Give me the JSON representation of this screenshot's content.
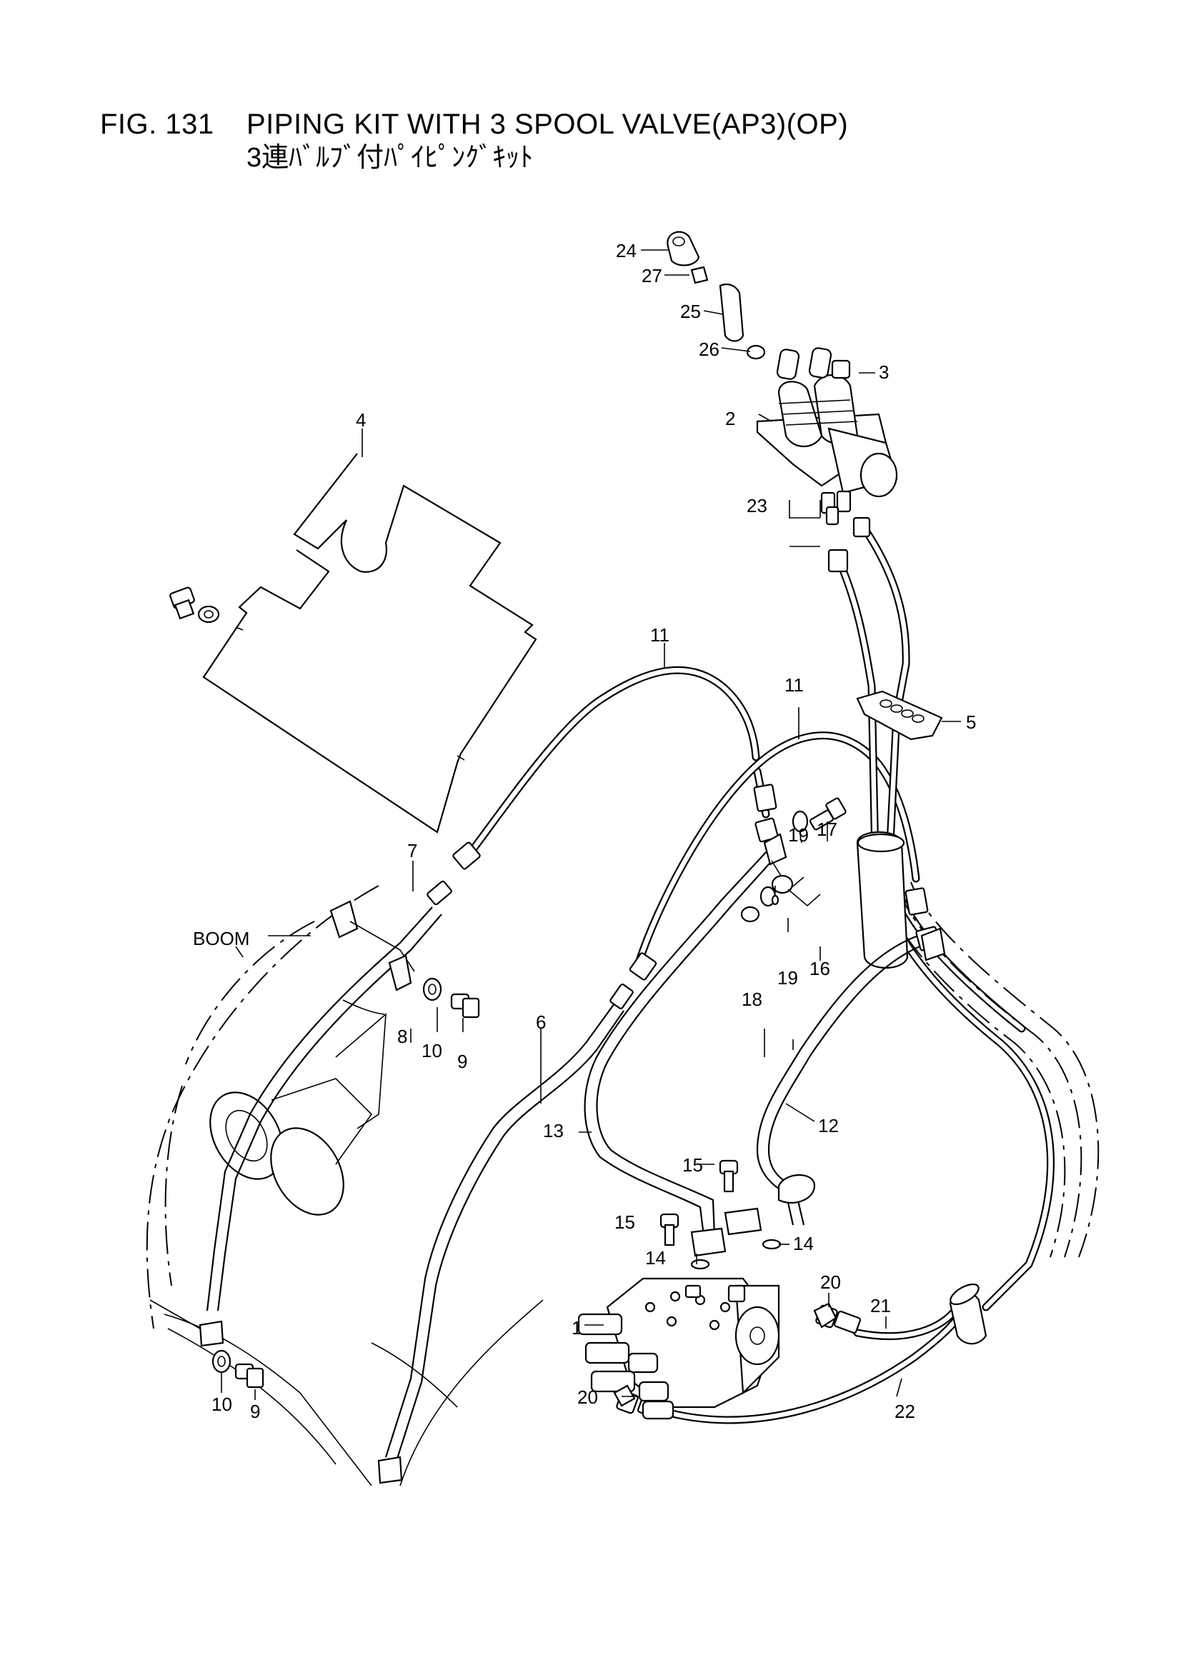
{
  "header": {
    "fig_number": "FIG. 131",
    "title": "PIPING KIT WITH 3 SPOOL VALVE(AP3)(OP)",
    "subtitle": "3連ﾊﾞﾙﾌﾞ付ﾊﾟｲﾋﾟﾝｸﾞｷｯﾄ"
  },
  "labels": {
    "boom": "BOOM",
    "p1": "1",
    "p2": "2",
    "p3": "3",
    "p4": "4",
    "p5": "5",
    "p6": "6",
    "p7": "7",
    "p8": "8",
    "p9a": "9",
    "p9b": "9",
    "p10a": "10",
    "p10b": "10",
    "p11a": "11",
    "p11b": "11",
    "p12": "12",
    "p13": "13",
    "p14a": "14",
    "p14b": "14",
    "p15a": "15",
    "p15b": "15",
    "p16": "16",
    "p17": "17",
    "p18": "18",
    "p19a": "19",
    "p19b": "19",
    "p20a": "20",
    "p20b": "20",
    "p21": "21",
    "p22": "22",
    "p23": "23",
    "p24": "24",
    "p25": "25",
    "p26": "26",
    "p27": "27"
  }
}
